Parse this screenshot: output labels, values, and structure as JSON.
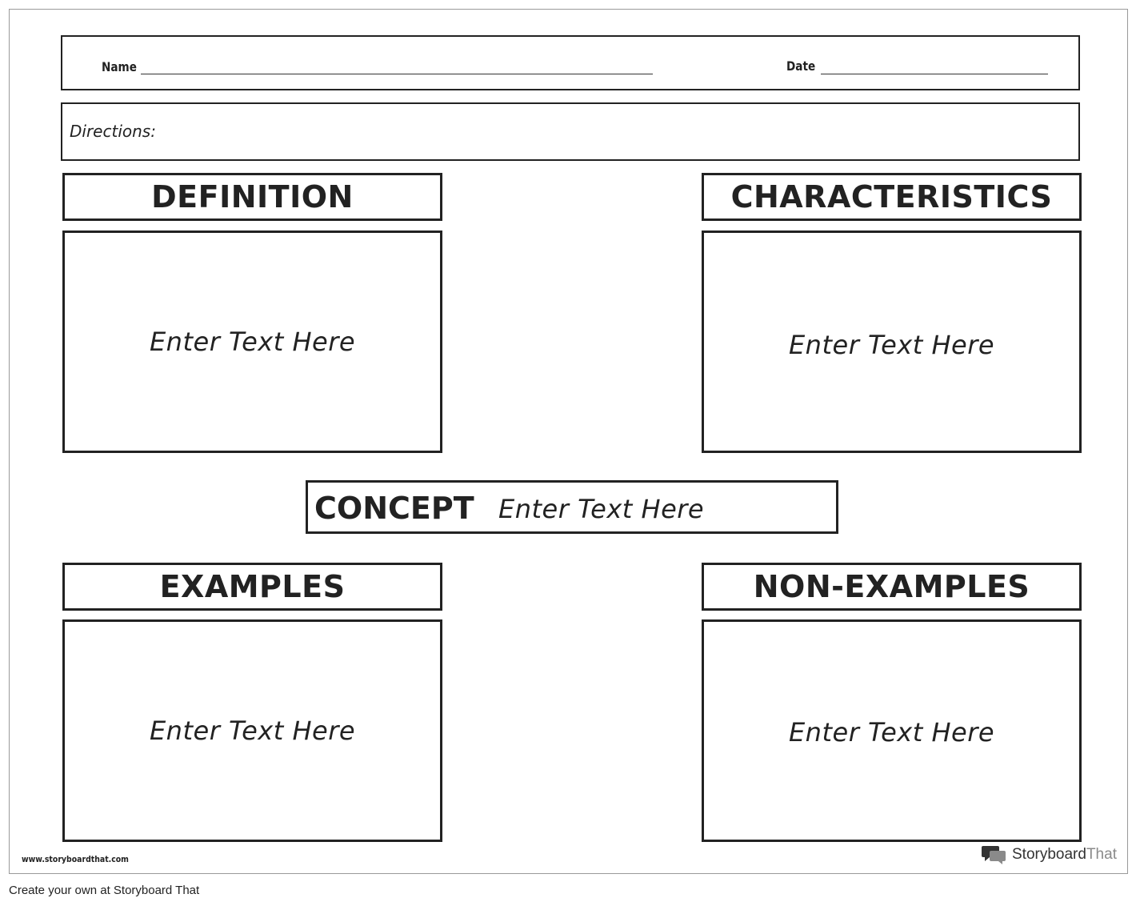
{
  "header": {
    "name_label": "Name",
    "date_label": "Date"
  },
  "directions": {
    "label": "Directions:"
  },
  "sections": {
    "definition": {
      "title": "DEFINITION",
      "placeholder": "Enter Text Here"
    },
    "characteristics": {
      "title": "CHARACTERISTICS",
      "placeholder": "Enter Text Here"
    },
    "examples": {
      "title": "EXAMPLES",
      "placeholder": "Enter Text Here"
    },
    "non_examples": {
      "title": "NON-EXAMPLES",
      "placeholder": "Enter Text Here"
    }
  },
  "concept": {
    "label": "CONCEPT",
    "placeholder": "Enter Text Here"
  },
  "footer": {
    "url": "www.storyboardthat.com",
    "brand_part1": "Storyboard",
    "brand_part2": "That",
    "brand_icon": "speech-bubbles-icon",
    "create_line": "Create your own at Storyboard That"
  }
}
